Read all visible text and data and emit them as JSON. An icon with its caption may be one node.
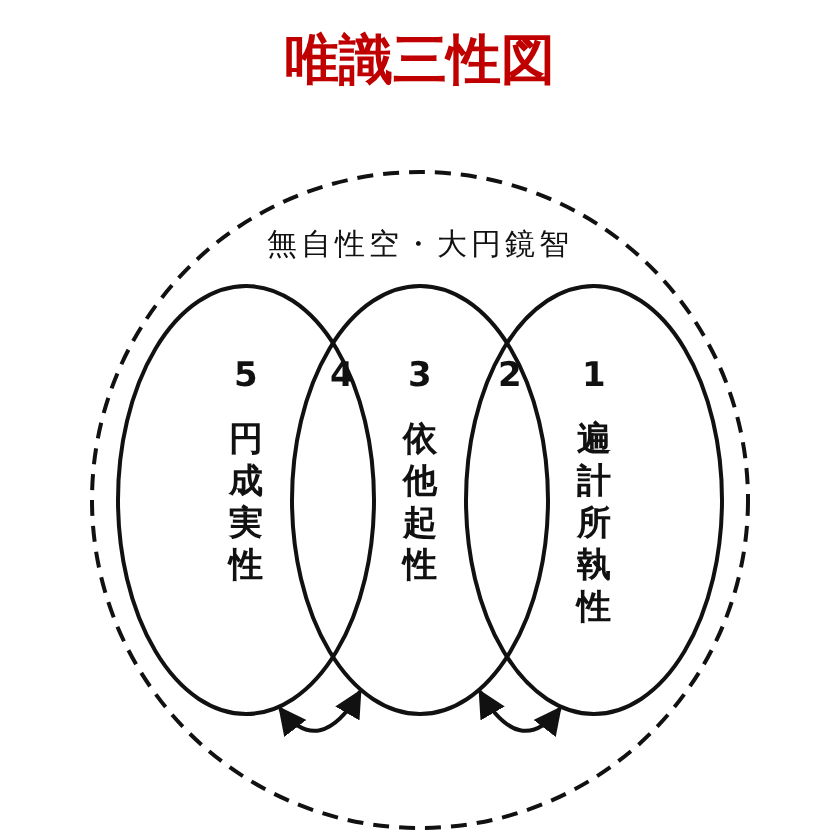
{
  "diagram": {
    "title": "唯識三性図",
    "nodes": [
      {
        "text": [
          "無自性空・大円鏡智"
        ]
      },
      {
        "text": [
          "5",
          "円成実性"
        ],
        "in": 0
      },
      {
        "text": [
          "3",
          "依他起性"
        ],
        "in": 0
      },
      {
        "text": [
          "1",
          "遍計所執性"
        ],
        "in": 0
      }
    ],
    "edges": [
      {
        "from": 1,
        "to": 2,
        "arrow": "both"
      },
      {
        "from": 2,
        "to": 3,
        "arrow": "both"
      }
    ],
    "labels": [
      "4",
      "2"
    ]
  }
}
